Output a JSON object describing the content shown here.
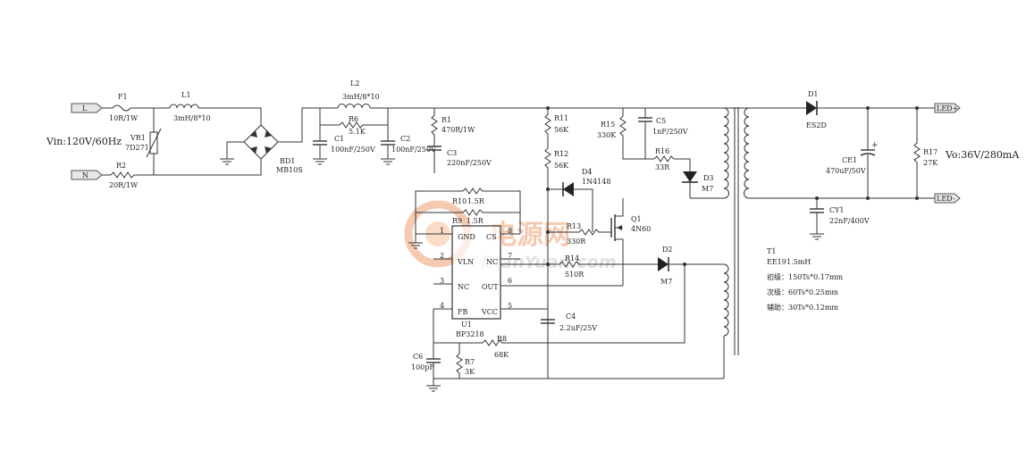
{
  "input": {
    "label": "Vin:120V/60Hz",
    "terminal_l": "L",
    "terminal_n": "N"
  },
  "output": {
    "label": "Vo:36V/280mA",
    "led_plus": "LED+",
    "led_minus": "LED-"
  },
  "components": {
    "F1": {
      "name": "F1",
      "value": "10R/1W"
    },
    "R2": {
      "name": "R2",
      "value": "20R/1W"
    },
    "VR1": {
      "name": "VR1",
      "value": "7D271"
    },
    "L1": {
      "name": "L1",
      "value": "3mH/8*10"
    },
    "BD1": {
      "name": "BD1",
      "value": "MB10S"
    },
    "L2": {
      "name": "L2",
      "value": "3mH/8*10"
    },
    "R6": {
      "name": "R6",
      "value": "5.1K"
    },
    "C1": {
      "name": "C1",
      "value": "100nF/250V"
    },
    "C2": {
      "name": "C2",
      "value": "100nF/250V"
    },
    "R1": {
      "name": "R1",
      "value": "470R/1W"
    },
    "C3": {
      "name": "C3",
      "value": "220nF/250V"
    },
    "R11": {
      "name": "R11",
      "value": "56K"
    },
    "R12": {
      "name": "R12",
      "value": "56K"
    },
    "R15": {
      "name": "R15",
      "value": "330K"
    },
    "C5": {
      "name": "C5",
      "value": "1nF/250V"
    },
    "R16": {
      "name": "R16",
      "value": "33R"
    },
    "D3": {
      "name": "D3",
      "value": "M7"
    },
    "D4": {
      "name": "D4",
      "value": "1N4148"
    },
    "R13": {
      "name": "R13",
      "value": "330R"
    },
    "Q1": {
      "name": "Q1",
      "value": "4N60"
    },
    "R14": {
      "name": "R14",
      "value": "510R"
    },
    "D2": {
      "name": "D2",
      "value": "M7"
    },
    "R10": {
      "name": "R10",
      "value": "1.5R"
    },
    "R9": {
      "name": "R9",
      "value": "1.5R"
    },
    "C4": {
      "name": "C4",
      "value": "2.2uF/25V"
    },
    "R8": {
      "name": "R8",
      "value": "68K"
    },
    "R7": {
      "name": "R7",
      "value": "3K"
    },
    "C6": {
      "name": "C6",
      "value": "100pF"
    },
    "D1": {
      "name": "D1",
      "value": "ES2D"
    },
    "CE1": {
      "name": "CE1",
      "value": "470uF/50V",
      "polarity": "+"
    },
    "R17": {
      "name": "R17",
      "value": "27K"
    },
    "CY1": {
      "name": "CY1",
      "value": "22nF/400V"
    }
  },
  "ic": {
    "name": "U1",
    "part": "BP3218",
    "pins": [
      {
        "num": "1",
        "label": "GND"
      },
      {
        "num": "2",
        "label": "VLN"
      },
      {
        "num": "3",
        "label": "NC"
      },
      {
        "num": "4",
        "label": "FB"
      },
      {
        "num": "8",
        "label": "CS"
      },
      {
        "num": "7",
        "label": "NC"
      },
      {
        "num": "6",
        "label": "OUT"
      },
      {
        "num": "5",
        "label": "VCC"
      }
    ]
  },
  "transformer": {
    "name": "T1",
    "core": "EE19",
    "inductance": "1.5mH",
    "primary": "初级：150Ts*0.17mm",
    "secondary": "次级：60Ts*0.25mm",
    "auxiliary": "辅助：30Ts*0.12mm"
  },
  "watermark": {
    "text_cn": "电源网",
    "text_en": "DianYuan.com"
  },
  "colors": {
    "line": "#333333",
    "watermark": "#f0a070",
    "background": "#ffffff"
  }
}
